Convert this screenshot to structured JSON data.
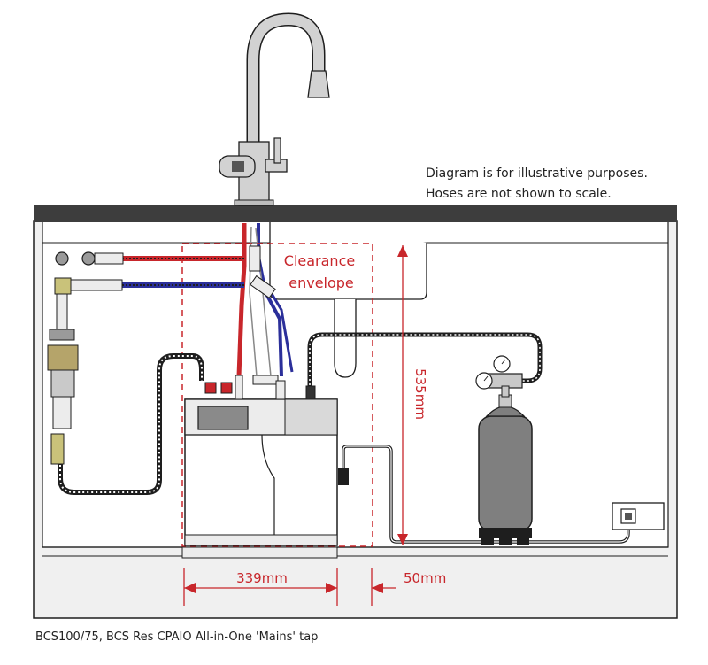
{
  "note": {
    "line1": "Diagram is for illustrative purposes.",
    "line2": "Hoses are not shown to scale."
  },
  "clearance": {
    "line1": "Clearance",
    "line2": "envelope"
  },
  "dimensions": {
    "height": "535mm",
    "width": "339mm",
    "gap": "50mm"
  },
  "caption": "BCS100/75, BCS Res CPAIO  All-in-One 'Mains' tap",
  "colors": {
    "accent_red": "#c8262b",
    "hose_blue": "#2b2f9a",
    "outline": "#1e1e1e",
    "counter": "#3a3a3a",
    "chrome": "#c9c9c9",
    "cylinder": "#7f7f7f",
    "cabinet": "#efefef"
  },
  "icons": [
    "tap",
    "water-heater-unit",
    "co2-cylinder",
    "pressure-regulator",
    "isolation-valve",
    "wall-socket",
    "sink-bowl"
  ]
}
